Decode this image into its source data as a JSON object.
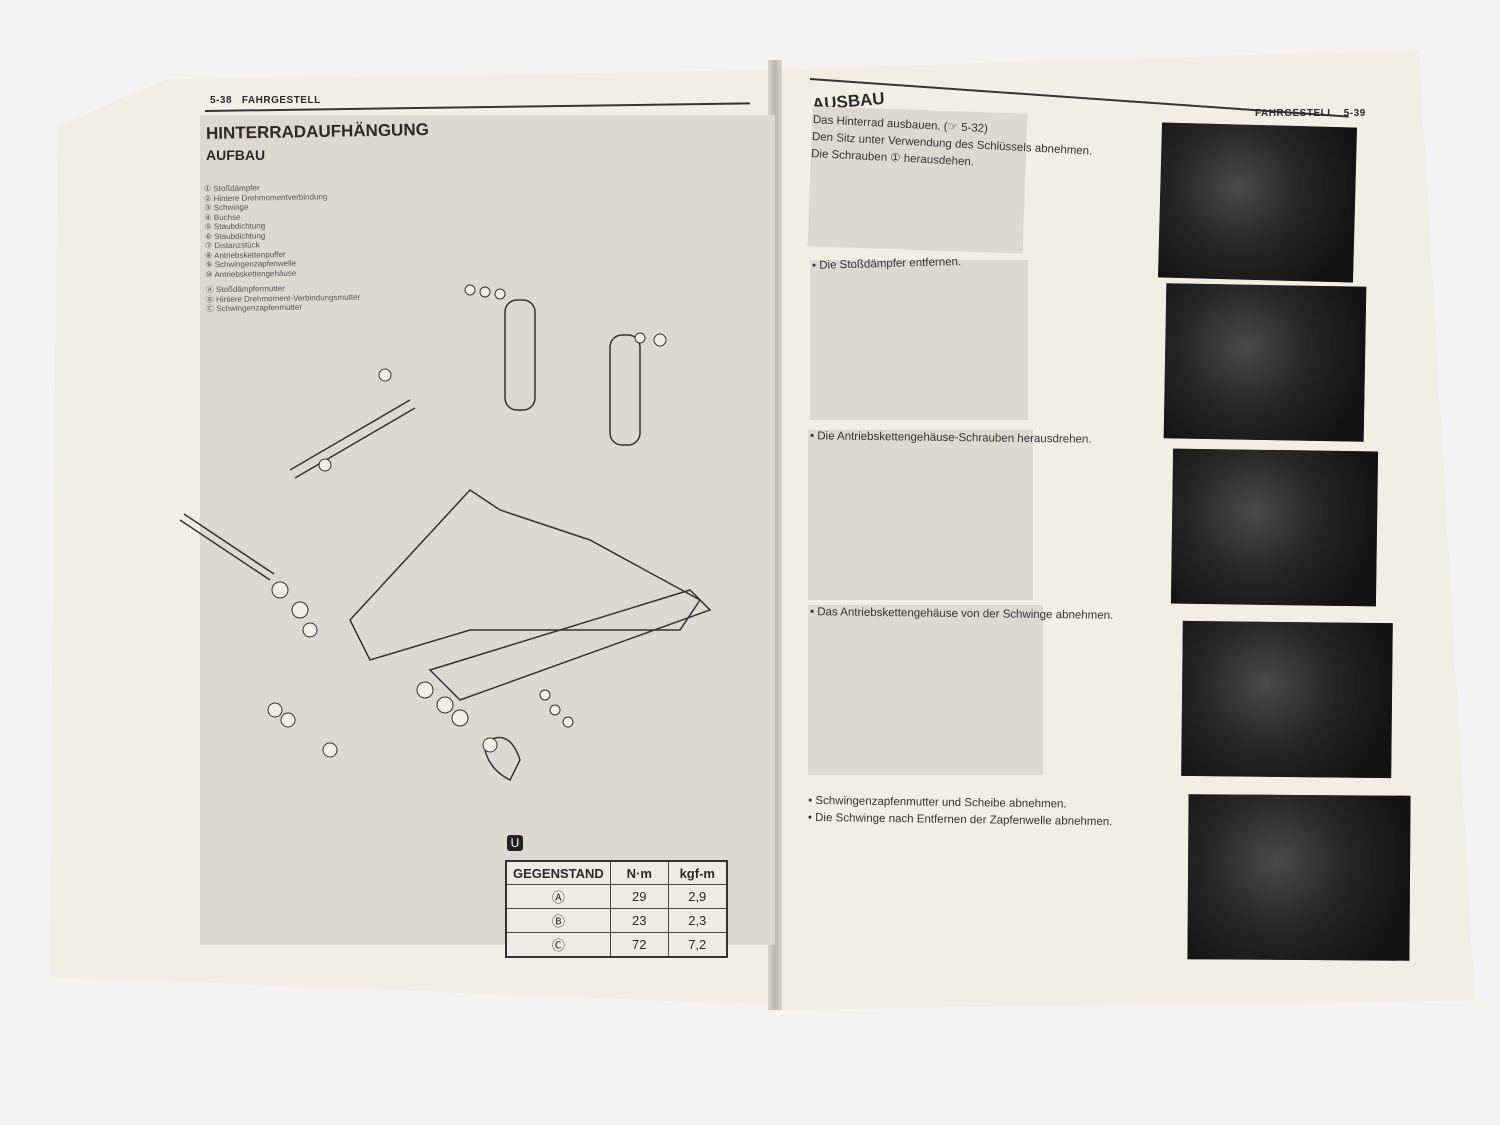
{
  "left_page": {
    "header": {
      "page_number": "5-38",
      "section": "FAHRGESTELL"
    },
    "title": "HINTERRADAUFHÄNGUNG",
    "subtitle": "AUFBAU",
    "parts": [
      "① Stoßdämpfer",
      "② Hintere Drehmomentverbindung",
      "③ Schwinge",
      "④ Buchse",
      "⑤ Staubdichtung",
      "⑥ Staubdichtung",
      "⑦ Distanzstück",
      "⑧ Antriebskettenpuffer",
      "⑨ Schwingenzapfenwelle",
      "⑩ Antriebskettengehäuse"
    ],
    "nuts": [
      "Ⓐ Stoßdämpfermutter",
      "Ⓑ Hintere Drehmoment-Verbindungsmutter",
      "Ⓒ Schwingenzapfenmutter"
    ],
    "torque_table": {
      "headers": [
        "GEGENSTAND",
        "N·m",
        "kgf-m"
      ],
      "rows": [
        [
          "Ⓐ",
          "29",
          "2,9"
        ],
        [
          "Ⓑ",
          "23",
          "2,3"
        ],
        [
          "Ⓒ",
          "72",
          "7,2"
        ]
      ]
    }
  },
  "right_page": {
    "header": {
      "section": "FAHRGESTELL",
      "page_number": "5-39"
    },
    "title": "AUSBAU",
    "steps": [
      [
        "Das Hinterrad ausbauen. (☞ 5-32)",
        "Den Sitz unter Verwendung des Schlüssels abnehmen.",
        "Die Schrauben ① herausdehen."
      ],
      [
        "Die Stoßdämpfer entfernen."
      ],
      [
        "Die Antriebskettengehäuse-Schrauben herausdrehen."
      ],
      [
        "Das Antriebskettengehäuse von der Schwinge abnehmen."
      ],
      [
        "Schwingenzapfenmutter und Scheibe abnehmen.",
        "Die Schwinge nach Entfernen der Zapfenwelle abnehmen."
      ]
    ]
  }
}
